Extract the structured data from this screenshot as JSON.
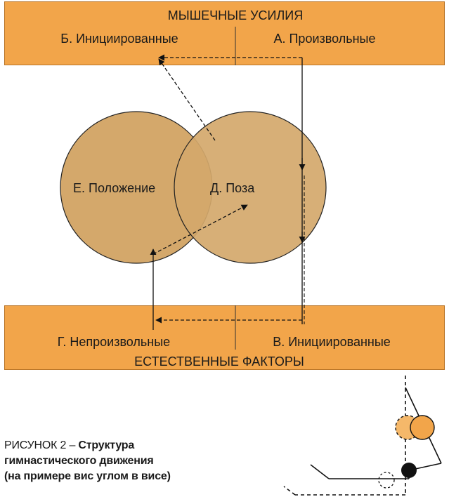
{
  "top_box": {
    "title": "МЫШЕЧНЫЕ УСИЛИЯ",
    "left_label": "Б. Инициированные",
    "right_label": "А. Произвольные"
  },
  "circles": {
    "left_label": "Е. Положение",
    "right_label": "Д. Поза"
  },
  "bottom_box": {
    "left_label": "Г. Непроизвольные",
    "right_label": "В. Инициированные",
    "title": "ЕСТЕСТВЕННЫЕ ФАКТОРЫ"
  },
  "caption": {
    "prefix": "РИСУНОК 2 – ",
    "bold_line1": "Структура",
    "bold_line2": "гимнастического движения",
    "bold_line3": "(на примере вис углом в висе)"
  },
  "colors": {
    "box_fill": "#f2a54a",
    "circle_fill": "#d4a86b",
    "line": "#111111"
  }
}
